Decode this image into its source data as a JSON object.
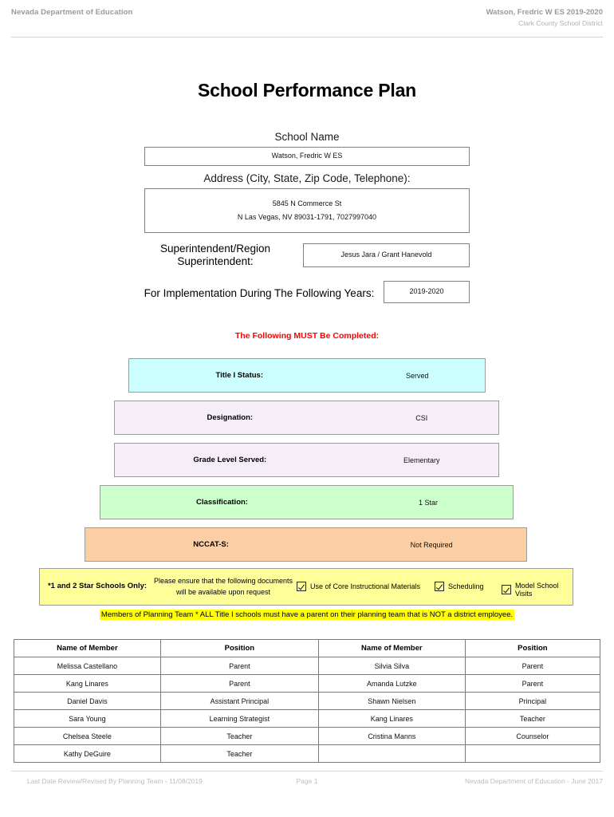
{
  "header": {
    "left": "Nevada Department of Education",
    "right_line1": "Watson, Fredric W ES  2019-2020",
    "right_line2": "Clark County School District"
  },
  "title": "School Performance Plan",
  "fields": {
    "school_name_label": "School Name",
    "school_name_value": "Watson, Fredric W ES",
    "address_label": "Address (City, State, Zip Code, Telephone):",
    "address_line1": "5845 N Commerce St",
    "address_line2": "N Las Vegas, NV  89031-1791, 7027997040",
    "superintendent_label": "Superintendent/Region Superintendent:",
    "superintendent_value": "Jesus Jara / Grant Hanevold",
    "implementation_label": "For Implementation During The Following Years:",
    "implementation_value": "2019-2020"
  },
  "must_banner": "The Following MUST Be Completed:",
  "status_bars": [
    {
      "label": "Title I Status:",
      "value": "Served",
      "color": "#CCFFFF"
    },
    {
      "label": "Designation:",
      "value": "CSI",
      "color": "#F5EDF8"
    },
    {
      "label": "Grade Level Served:",
      "value": "Elementary",
      "color": "#F5EDF8"
    },
    {
      "label": "Classification:",
      "value": "1 Star",
      "color": "#CCFFCC"
    },
    {
      "label": "NCCAT-S:",
      "value": "Not Required",
      "color": "#FBCFA3"
    }
  ],
  "yellow_bar": {
    "title": "*1 and 2 Star Schools Only:",
    "note": "Please ensure that the following documents will be available upon request",
    "checkboxes": [
      {
        "label": "Use of Core Instructional Materials",
        "checked": true
      },
      {
        "label": "Scheduling",
        "checked": true
      },
      {
        "label": "Model School Visits",
        "checked": true
      }
    ]
  },
  "planning_note": "Members of Planning Team * ALL Title I schools must have a parent on their planning team that is NOT a district employee.",
  "members_table": {
    "headers": [
      "Name of Member",
      "Position",
      "Name of Member",
      "Position"
    ],
    "rows": [
      [
        "Melissa Castellano",
        "Parent",
        "Silvia Silva",
        "Parent"
      ],
      [
        "Kang Linares",
        "Parent",
        "Amanda Lutzke",
        "Parent"
      ],
      [
        "Daniel Davis",
        "Assistant Principal",
        "Shawn Nielsen",
        "Principal"
      ],
      [
        "Sara Young",
        "Learning Strategist",
        "Kang Linares",
        "Teacher"
      ],
      [
        "Chelsea Steele",
        "Teacher",
        "Cristina Manns",
        "Counselor"
      ],
      [
        "Kathy DeGuire",
        "Teacher",
        "",
        ""
      ]
    ]
  },
  "footer": {
    "left": "Last Date Review/Revised By Planning Team - 11/08/2019",
    "middle": "Page 1",
    "right": "Nevada Department of Education - June 2017"
  },
  "colors": {
    "required_red": "#FF0000",
    "highlight_yellow": "#FFFF00",
    "bar_yellow": "#FFFF99"
  }
}
